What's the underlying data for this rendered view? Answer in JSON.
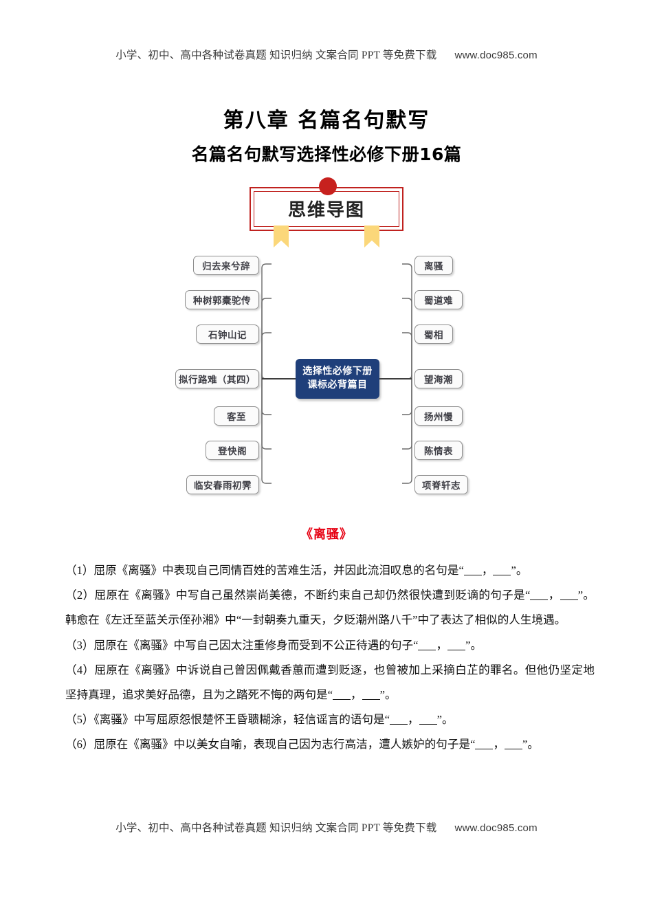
{
  "runner": {
    "text": "小学、初中、高中各种试卷真题  知识归纳  文案合同  PPT 等免费下载",
    "url": "www.doc985.com"
  },
  "titles": {
    "main": "第八章 名篇名句默写",
    "sub": "名篇名句默写选择性必修下册16篇"
  },
  "banner": {
    "label": "思维导图",
    "border_color": "#c0221f",
    "dot_color": "#c7211e",
    "ribbon_color": "#fbd77a"
  },
  "mindmap": {
    "center": {
      "line1": "选择性必修下册",
      "line2": "课标必背篇目",
      "bg_color": "#1f3f7a",
      "text_color": "#ffffff"
    },
    "left_items": [
      {
        "label": "归去来兮辞"
      },
      {
        "label": "种树郭橐驼传"
      },
      {
        "label": "石钟山记"
      },
      {
        "label": "拟行路难（其四）"
      },
      {
        "label": "客至"
      },
      {
        "label": "登快阁"
      },
      {
        "label": "临安春雨初霁"
      }
    ],
    "right_items": [
      {
        "label": "离骚"
      },
      {
        "label": "蜀道难"
      },
      {
        "label": "蜀相"
      },
      {
        "label": "望海潮"
      },
      {
        "label": "扬州慢"
      },
      {
        "label": "陈情表"
      },
      {
        "label": "项脊轩志"
      }
    ]
  },
  "section": {
    "heading": "《离骚》",
    "heading_color": "#e60012"
  },
  "questions": [
    {
      "number": "（1）",
      "parts": [
        "屈原《离骚》中表现自己同情百姓的苦难生活，并因此流泪叹息的名句是“",
        "，",
        "”。"
      ],
      "blanks": 2
    },
    {
      "number": "（2）",
      "parts": [
        "屈原在《离骚》中写自己虽然崇尚美德，不断约束自己却仍然很快遭到贬谪的句子是“",
        "，",
        "”。韩愈在《左迁至蓝关示侄孙湘》中“一封朝奏九重天，夕贬潮州路八千”中了表达了相似的人生境遇。"
      ],
      "blanks": 2
    },
    {
      "number": "（3）",
      "parts": [
        "屈原在《离骚》中写自己因太注重修身而受到不公正待遇的句子“",
        "，",
        "”。"
      ],
      "blanks": 2
    },
    {
      "number": "（4）",
      "parts": [
        "屈原在《离骚》中诉说自己曾因佩戴香蕙而遭到贬逐，也曾被加上采摘白芷的罪名。但他仍坚定地坚持真理，追求美好品德，且为之踏死不悔的两句是“",
        "，",
        "”。"
      ],
      "blanks": 2
    },
    {
      "number": "（5）",
      "parts": [
        "《离骚》中写屈原怨恨楚怀王昏聩糊涂，轻信谣言的语句是“",
        "，",
        "”。"
      ],
      "blanks": 2
    },
    {
      "number": "（6）",
      "parts": [
        "屈原在《离骚》中以美女自喻，表现自己因为志行高洁，遭人嫉妒的句子是“",
        "，",
        "”。"
      ],
      "blanks": 2
    }
  ]
}
